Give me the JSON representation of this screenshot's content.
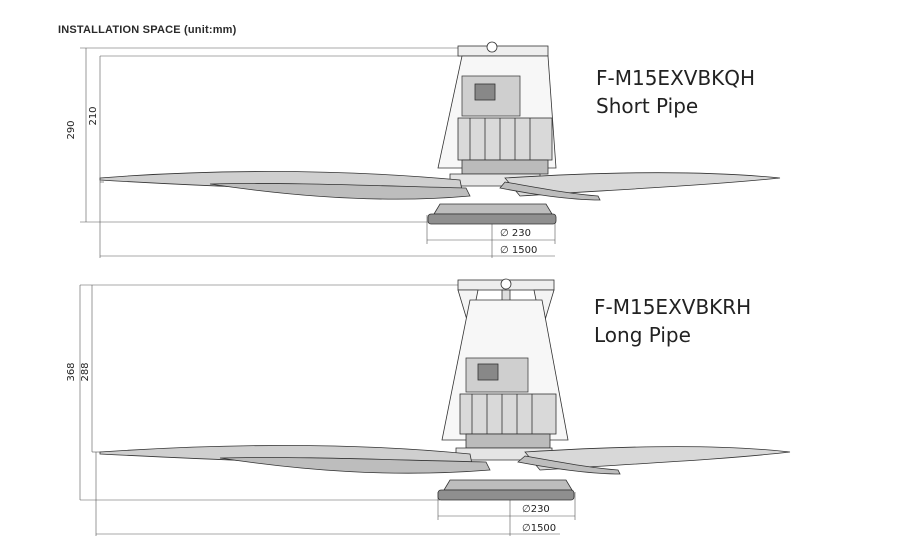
{
  "header": {
    "title": "INSTALLATION SPACE (unit:mm)"
  },
  "fans": [
    {
      "model": "F-M15EXVBKQH",
      "pipe": "Short Pipe",
      "dims": {
        "total_height": "290",
        "pipe_height": "210",
        "canopy_dia": "∅ 230",
        "blade_span": "∅ 1500"
      }
    },
    {
      "model": "F-M15EXVBKRH",
      "pipe": "Long Pipe",
      "dims": {
        "total_height": "368",
        "pipe_height": "288",
        "canopy_dia": "∅230",
        "blade_span": "∅1500"
      }
    }
  ]
}
